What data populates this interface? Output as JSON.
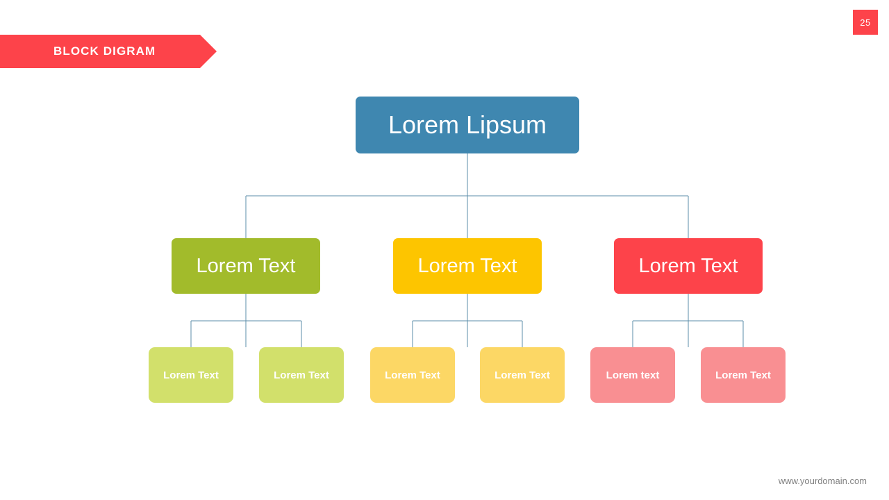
{
  "slide": {
    "page_number": "25",
    "title": "BLOCK DIGRAM",
    "footer": "www.yourdomain.com",
    "background_color": "#FFFFFF"
  },
  "colors": {
    "accent_red": "#FD434A",
    "root_blue": "#3F87B0",
    "mid_green": "#A2BB2B",
    "mid_yellow": "#FDC500",
    "mid_red": "#FD434A",
    "leaf_green": "#D2E06B",
    "leaf_yellow": "#FCD765",
    "leaf_pink": "#F98F92",
    "connector": "#5B8CA8",
    "footer_text": "#808080"
  },
  "diagram": {
    "root": {
      "label": "Lorem Lipsum",
      "color": "#3F87B0"
    },
    "branches": [
      {
        "label": "Lorem Text",
        "color": "#A2BB2B",
        "children": [
          {
            "label": "Lorem Text",
            "color": "#D2E06B"
          },
          {
            "label": "Lorem Text",
            "color": "#D2E06B"
          }
        ]
      },
      {
        "label": "Lorem Text",
        "color": "#FDC500",
        "children": [
          {
            "label": "Lorem Text",
            "color": "#FCD765"
          },
          {
            "label": "Lorem Text",
            "color": "#FCD765"
          }
        ]
      },
      {
        "label": "Lorem Text",
        "color": "#FD434A",
        "children": [
          {
            "label": "Lorem text",
            "color": "#F98F92"
          },
          {
            "label": "Lorem Text",
            "color": "#F98F92"
          }
        ]
      }
    ]
  }
}
